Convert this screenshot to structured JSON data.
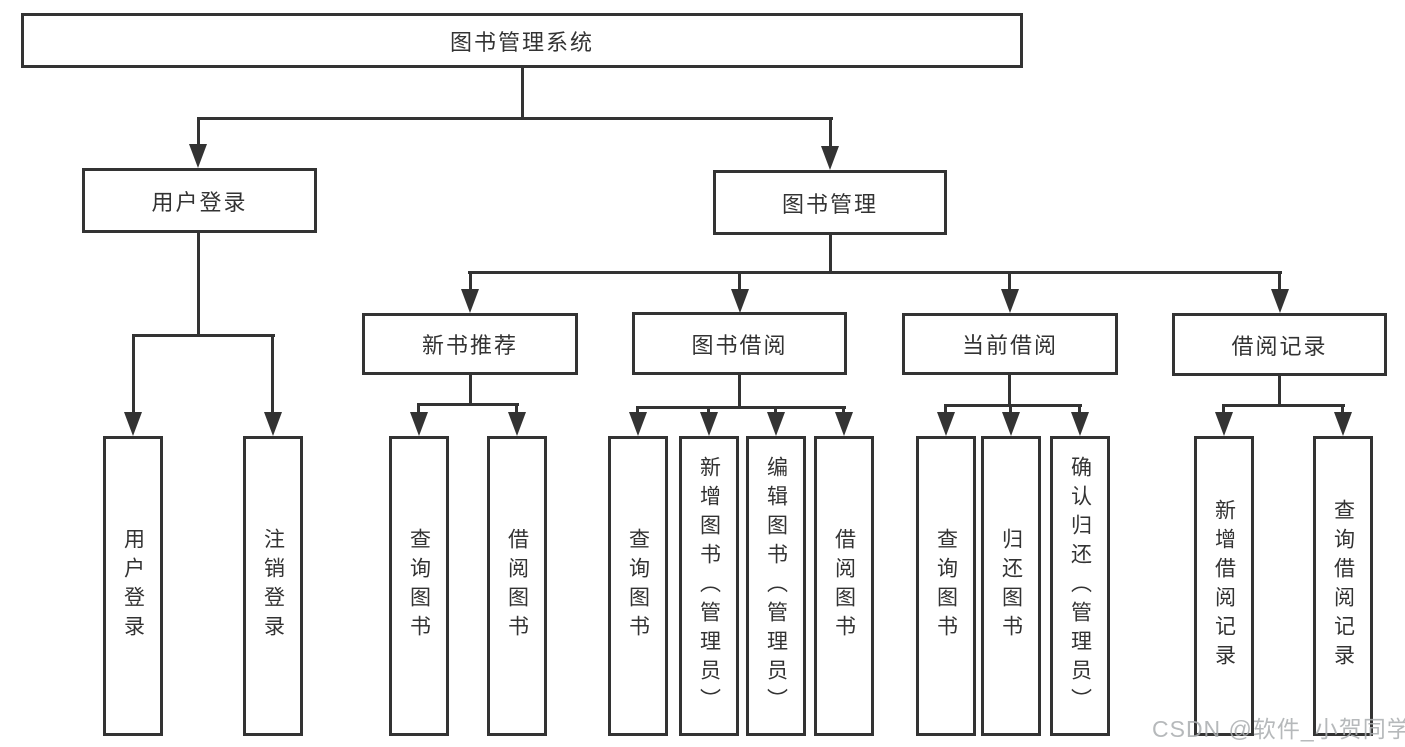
{
  "root_label": "图书管理系统",
  "level2": {
    "user_login": "用户登录",
    "book_mgmt": "图书管理"
  },
  "level3": {
    "new_books": "新书推荐",
    "borrowing": "图书借阅",
    "current": "当前借阅",
    "records": "借阅记录"
  },
  "leaves": {
    "user_login": [
      "用户登录",
      "注销登录"
    ],
    "new_books": [
      "查询图书",
      "借阅图书"
    ],
    "borrowing": [
      "查询图书",
      "新增图书（管理员）",
      "编辑图书（管理员）",
      "借阅图书"
    ],
    "current": [
      "查询图书",
      "归还图书",
      "确认归还（管理员）"
    ],
    "records": [
      "新增借阅记录",
      "查询借阅记录"
    ]
  },
  "watermark": "CSDN @软件_小贺同学"
}
